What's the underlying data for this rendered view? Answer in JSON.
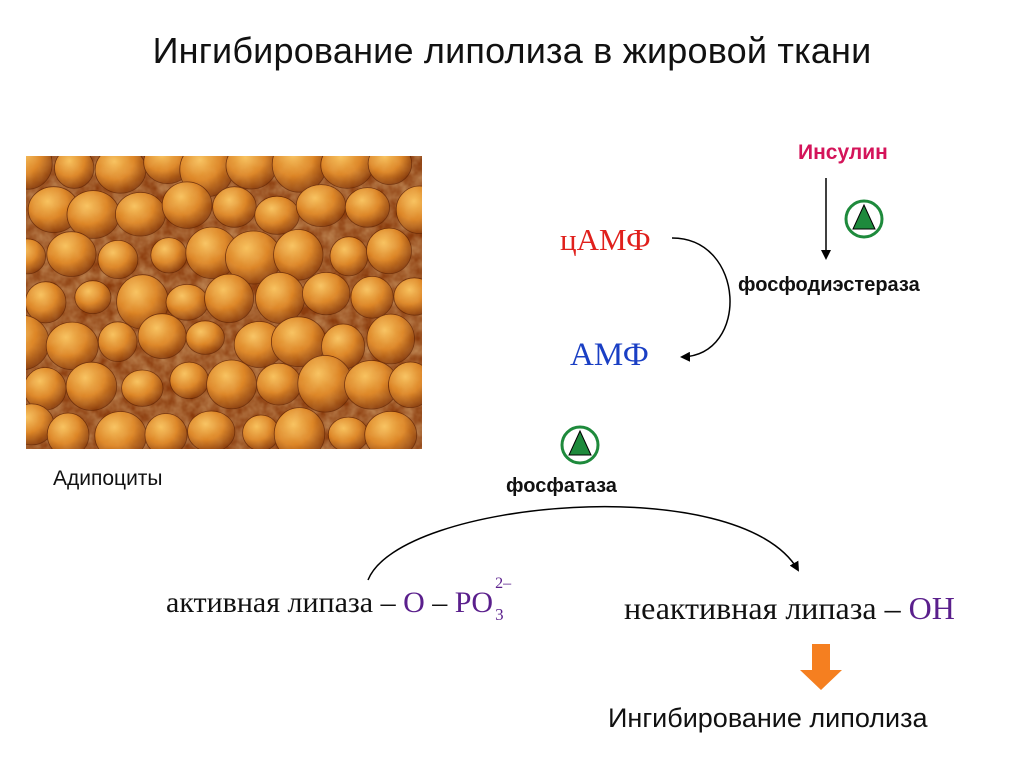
{
  "title": "Ингибирование липолиза в жировой ткани",
  "photo": {
    "caption": "Адипоциты"
  },
  "cascade": {
    "hormone": "Инсулин",
    "enzyme_pde": "фосфодиэстераза",
    "camp": "цАМФ",
    "amp": "АМФ",
    "enzyme_phosphatase": "фосфатаза"
  },
  "reaction": {
    "active_name": "активная липаза",
    "active_dash1": " – ",
    "active_o": "O",
    "active_dash2": " – ",
    "active_po": "PO",
    "active_sub": "3",
    "active_sup": "2–",
    "inactive_name": "неактивная липаза",
    "inactive_dash": " – ",
    "inactive_oh": "OH"
  },
  "result": "Ингибирование липолиза",
  "colors": {
    "insulin": "#d4145a",
    "camp": "#e0201c",
    "amp": "#1a3fc4",
    "group": "#5a1f8c",
    "activator": "#1e8a3c",
    "result_arrow": "#f57f20"
  },
  "icons": {
    "activator": "green-triangle-in-circle",
    "result_arrow": "orange-down-arrow"
  }
}
